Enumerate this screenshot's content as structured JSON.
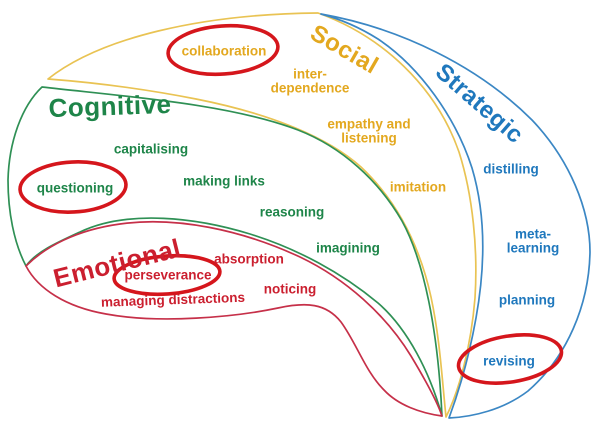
{
  "colors": {
    "background": "#FFFFFF",
    "social-text": "#E3A81F",
    "social-curve": "#E9C353",
    "cognitive-text": "#1E8549",
    "cognitive-curve": "#2F9055",
    "emotional-text": "#CB1F2F",
    "emotional-curve": "#C63049",
    "strategic-text": "#1F78BD",
    "strategic-curve": "#3B87C4",
    "highlight-circle": "#D5161C"
  },
  "petals": [
    {
      "title": "Social",
      "items": [
        {
          "label": "collaboration",
          "circled": true
        },
        {
          "label": "inter-\ndependence",
          "circled": false
        },
        {
          "label": "empathy and\nlistening",
          "circled": false
        },
        {
          "label": "imitation",
          "circled": false
        }
      ]
    },
    {
      "title": "Cognitive",
      "items": [
        {
          "label": "capitalising",
          "circled": false
        },
        {
          "label": "questioning",
          "circled": true
        },
        {
          "label": "making links",
          "circled": false
        },
        {
          "label": "reasoning",
          "circled": false
        },
        {
          "label": "imagining",
          "circled": false
        }
      ]
    },
    {
      "title": "Emotional",
      "items": [
        {
          "label": "absorption",
          "circled": false
        },
        {
          "label": "perseverance",
          "circled": true
        },
        {
          "label": "managing distractions",
          "circled": false
        },
        {
          "label": "noticing",
          "circled": false
        }
      ]
    },
    {
      "title": "Strategic",
      "items": [
        {
          "label": "distilling",
          "circled": false
        },
        {
          "label": "meta-learning",
          "circled": false
        },
        {
          "label": "planning",
          "circled": false
        },
        {
          "label": "revising",
          "circled": true
        }
      ]
    }
  ]
}
